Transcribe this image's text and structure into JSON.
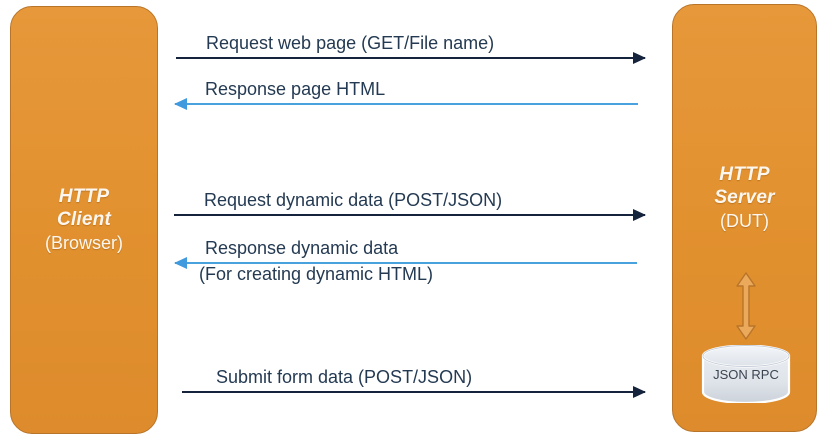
{
  "diagram": {
    "title": "HTTP Client / HTTP Server interaction",
    "background": "#ffffff",
    "colors": {
      "actor_fill": "#e2912f",
      "actor_border": "#b8752a",
      "actor_text": "#fdf7ef",
      "request_arrow": "#15233c",
      "response_arrow": "#49a1de",
      "label_text": "#243a52",
      "cylinder_fill": "#dde2e9",
      "cylinder_text": "#3c4450"
    }
  },
  "client": {
    "title_line1": "HTTP",
    "title_line2": "Client",
    "subtitle": "(Browser)"
  },
  "server": {
    "title_line1": "HTTP",
    "title_line2": "Server",
    "subtitle": "(DUT)",
    "store_label": "JSON RPC"
  },
  "messages": [
    {
      "id": "request-web-page",
      "label": "Request web page (GET/File name)",
      "label2": "",
      "direction": "client-to-server",
      "kind": "request"
    },
    {
      "id": "response-page-html",
      "label": "Response page HTML",
      "label2": "",
      "direction": "server-to-client",
      "kind": "response"
    },
    {
      "id": "request-dynamic-data",
      "label": "Request dynamic data (POST/JSON)",
      "label2": "",
      "direction": "client-to-server",
      "kind": "request"
    },
    {
      "id": "response-dynamic-data",
      "label": "Response dynamic data",
      "label2": "(For creating dynamic HTML)",
      "direction": "server-to-client",
      "kind": "response"
    },
    {
      "id": "submit-form-data",
      "label": "Submit form data (POST/JSON)",
      "label2": "",
      "direction": "client-to-server",
      "kind": "request"
    }
  ]
}
